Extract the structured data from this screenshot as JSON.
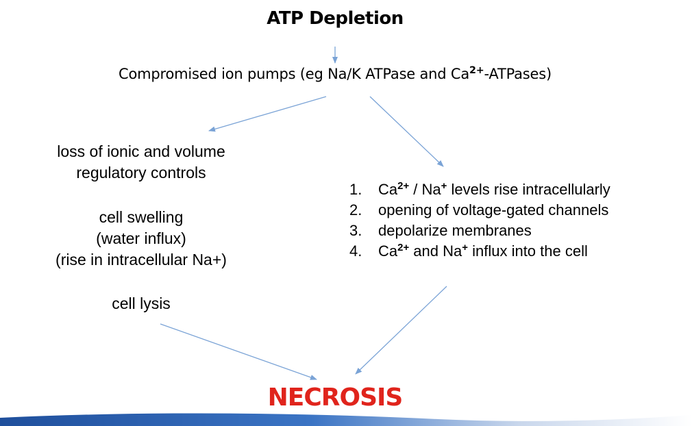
{
  "title": "ATP Depletion",
  "pumps": {
    "pre": "Compromised ion pumps (eg Na/K ATPase and Ca",
    "sup": "2+",
    "post": "-ATPases)"
  },
  "left": {
    "group1": [
      "loss of ionic and volume",
      "regulatory controls"
    ],
    "group2": [
      "cell swelling",
      "(water influx)",
      "(rise in intracellular Na+)"
    ],
    "group3": "cell lysis"
  },
  "right_list": [
    {
      "number": "1.",
      "parts": [
        "Ca",
        "2+",
        " / Na",
        "+",
        " levels rise intracellularly"
      ]
    },
    {
      "number": "2.",
      "parts": [
        "opening of voltage-gated channels"
      ]
    },
    {
      "number": "3.",
      "parts": [
        "depolarize membranes"
      ]
    },
    {
      "number": "4.",
      "parts": [
        "Ca",
        "2+",
        " and Na",
        "+",
        " influx into the cell"
      ]
    }
  ],
  "outcome": "NECROSIS",
  "colors": {
    "arrow": "#7aa3d6",
    "outcome": "#e0241c",
    "footer_band": "#1f4f9c"
  }
}
